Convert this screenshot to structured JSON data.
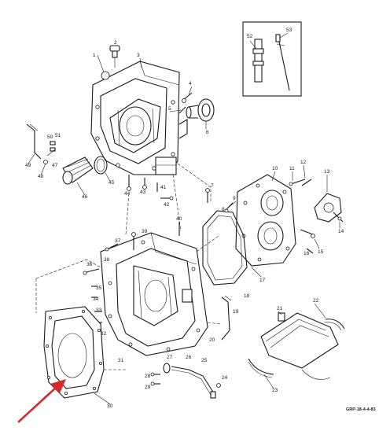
{
  "figure_code": "GRP-18-4-4-83",
  "arrow_color": "#d62828",
  "callouts": [
    {
      "id": "c1",
      "label": "1"
    },
    {
      "id": "c2",
      "label": "2"
    },
    {
      "id": "c3",
      "label": "3"
    },
    {
      "id": "c4",
      "label": "4"
    },
    {
      "id": "c5",
      "label": "5"
    },
    {
      "id": "c6",
      "label": "6"
    },
    {
      "id": "c7",
      "label": "7"
    },
    {
      "id": "c8",
      "label": "8"
    },
    {
      "id": "c9",
      "label": "9"
    },
    {
      "id": "c10",
      "label": "10"
    },
    {
      "id": "c11",
      "label": "11"
    },
    {
      "id": "c12",
      "label": "12"
    },
    {
      "id": "c13",
      "label": "13"
    },
    {
      "id": "c14",
      "label": "14"
    },
    {
      "id": "c15",
      "label": "15"
    },
    {
      "id": "c16",
      "label": "16"
    },
    {
      "id": "c17",
      "label": "17"
    },
    {
      "id": "c18",
      "label": "18"
    },
    {
      "id": "c19",
      "label": "19"
    },
    {
      "id": "c20",
      "label": "20"
    },
    {
      "id": "c21",
      "label": "21"
    },
    {
      "id": "c22",
      "label": "22"
    },
    {
      "id": "c23",
      "label": "23"
    },
    {
      "id": "c24",
      "label": "24"
    },
    {
      "id": "c25",
      "label": "25"
    },
    {
      "id": "c26",
      "label": "26"
    },
    {
      "id": "c27",
      "label": "27"
    },
    {
      "id": "c28",
      "label": "28"
    },
    {
      "id": "c29",
      "label": "29"
    },
    {
      "id": "c30",
      "label": "30"
    },
    {
      "id": "c31",
      "label": "31"
    },
    {
      "id": "c32",
      "label": "32"
    },
    {
      "id": "c33",
      "label": "33"
    },
    {
      "id": "c34",
      "label": "34"
    },
    {
      "id": "c35",
      "label": "35"
    },
    {
      "id": "c36",
      "label": "36"
    },
    {
      "id": "c37",
      "label": "37"
    },
    {
      "id": "c38",
      "label": "38"
    },
    {
      "id": "c39",
      "label": "39"
    },
    {
      "id": "c40",
      "label": "40"
    },
    {
      "id": "c41",
      "label": "41"
    },
    {
      "id": "c42",
      "label": "42"
    },
    {
      "id": "c43",
      "label": "43"
    },
    {
      "id": "c44",
      "label": "44"
    },
    {
      "id": "c45",
      "label": "45"
    },
    {
      "id": "c46",
      "label": "46"
    },
    {
      "id": "c47",
      "label": "47"
    },
    {
      "id": "c48",
      "label": "48"
    },
    {
      "id": "c49",
      "label": "49"
    },
    {
      "id": "c50",
      "label": "50"
    },
    {
      "id": "c51",
      "label": "51"
    },
    {
      "id": "c52",
      "label": "52"
    },
    {
      "id": "c53",
      "label": "53"
    }
  ]
}
